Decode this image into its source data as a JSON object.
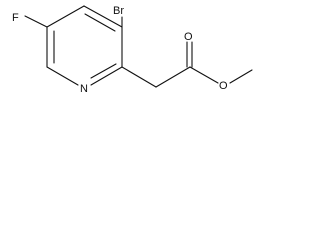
{
  "molecule": {
    "atoms": {
      "fluorine": "F",
      "bromine": "Br",
      "ring_nitrogen": "N",
      "carbonyl_oxygen": "O",
      "ester_oxygen": "O"
    }
  }
}
